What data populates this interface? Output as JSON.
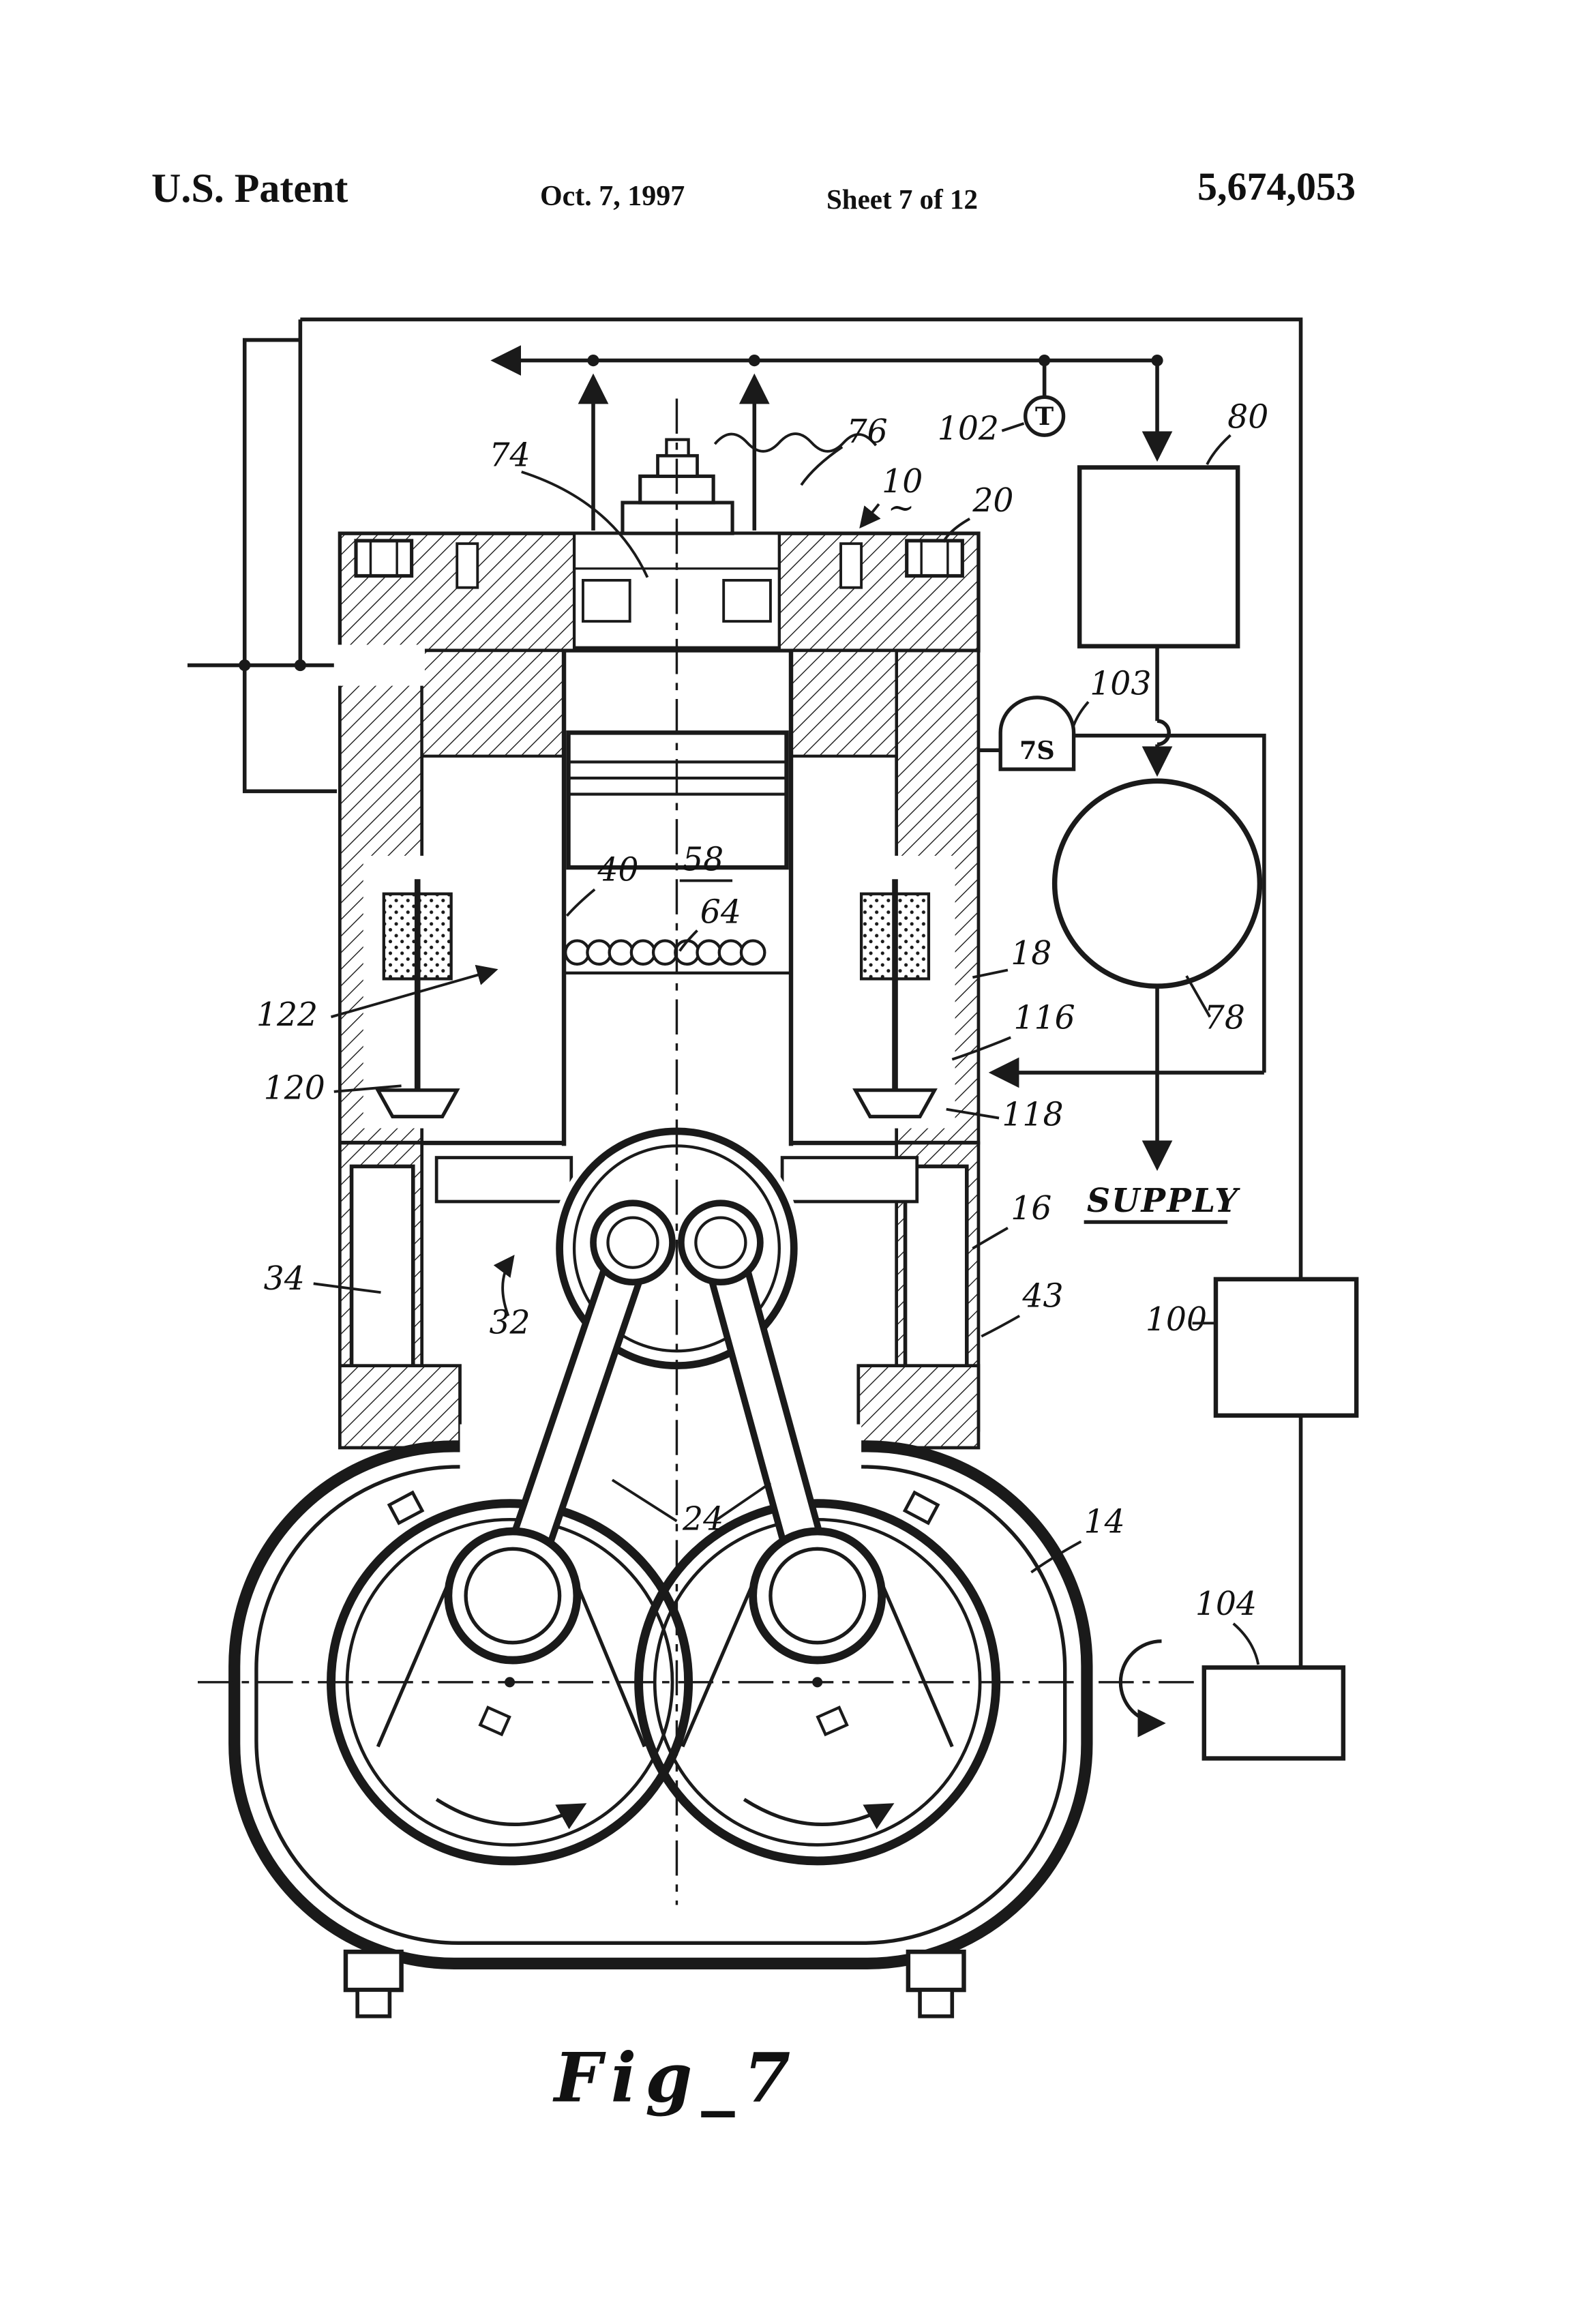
{
  "header": {
    "title": "U.S. Patent",
    "date": "Oct. 7, 1997",
    "sheet": "Sheet 7 of 12",
    "patent_number": "5,674,053"
  },
  "figure": {
    "caption": "Fig_7",
    "supply_label": "SUPPLY",
    "sensor_t": "T",
    "sensor_ts": "7S",
    "tilde": "~",
    "labels": {
      "l10": "10",
      "l14": "14",
      "l16": "16",
      "l18": "18",
      "l20": "20",
      "l24": "24",
      "l32": "32",
      "l34": "34",
      "l40": "40",
      "l43": "43",
      "l58": "58",
      "l64": "64",
      "l74": "74",
      "l76": "76",
      "l78": "78",
      "l80": "80",
      "l100": "100",
      "l102": "102",
      "l103": "103",
      "l104": "104",
      "l116": "116",
      "l118": "118",
      "l120": "120",
      "l122": "122"
    }
  }
}
